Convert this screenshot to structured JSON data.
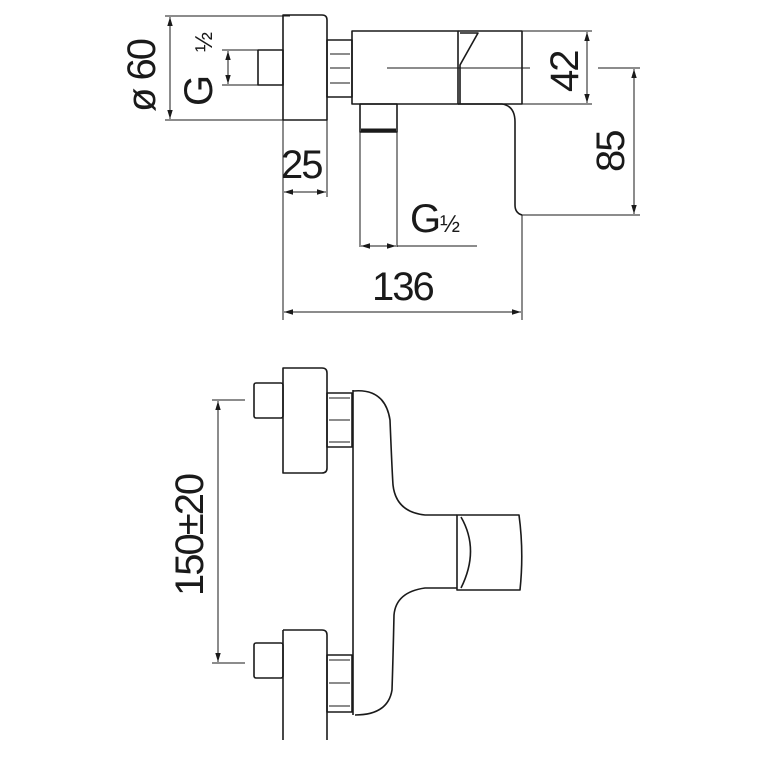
{
  "top_view": {
    "dim_diameter": "ø 60",
    "dim_thread_inlet": "G",
    "dim_thread_inlet_fraction": "½",
    "dim_rosette_depth": "25",
    "dim_thread_outlet": "G",
    "dim_thread_outlet_fraction": "½",
    "dim_total_length": "136",
    "dim_body_height": "42",
    "dim_lever_height": "85"
  },
  "front_view": {
    "dim_center_distance": "150±20"
  },
  "colors": {
    "line": "#1a1a1a",
    "background": "#ffffff"
  }
}
